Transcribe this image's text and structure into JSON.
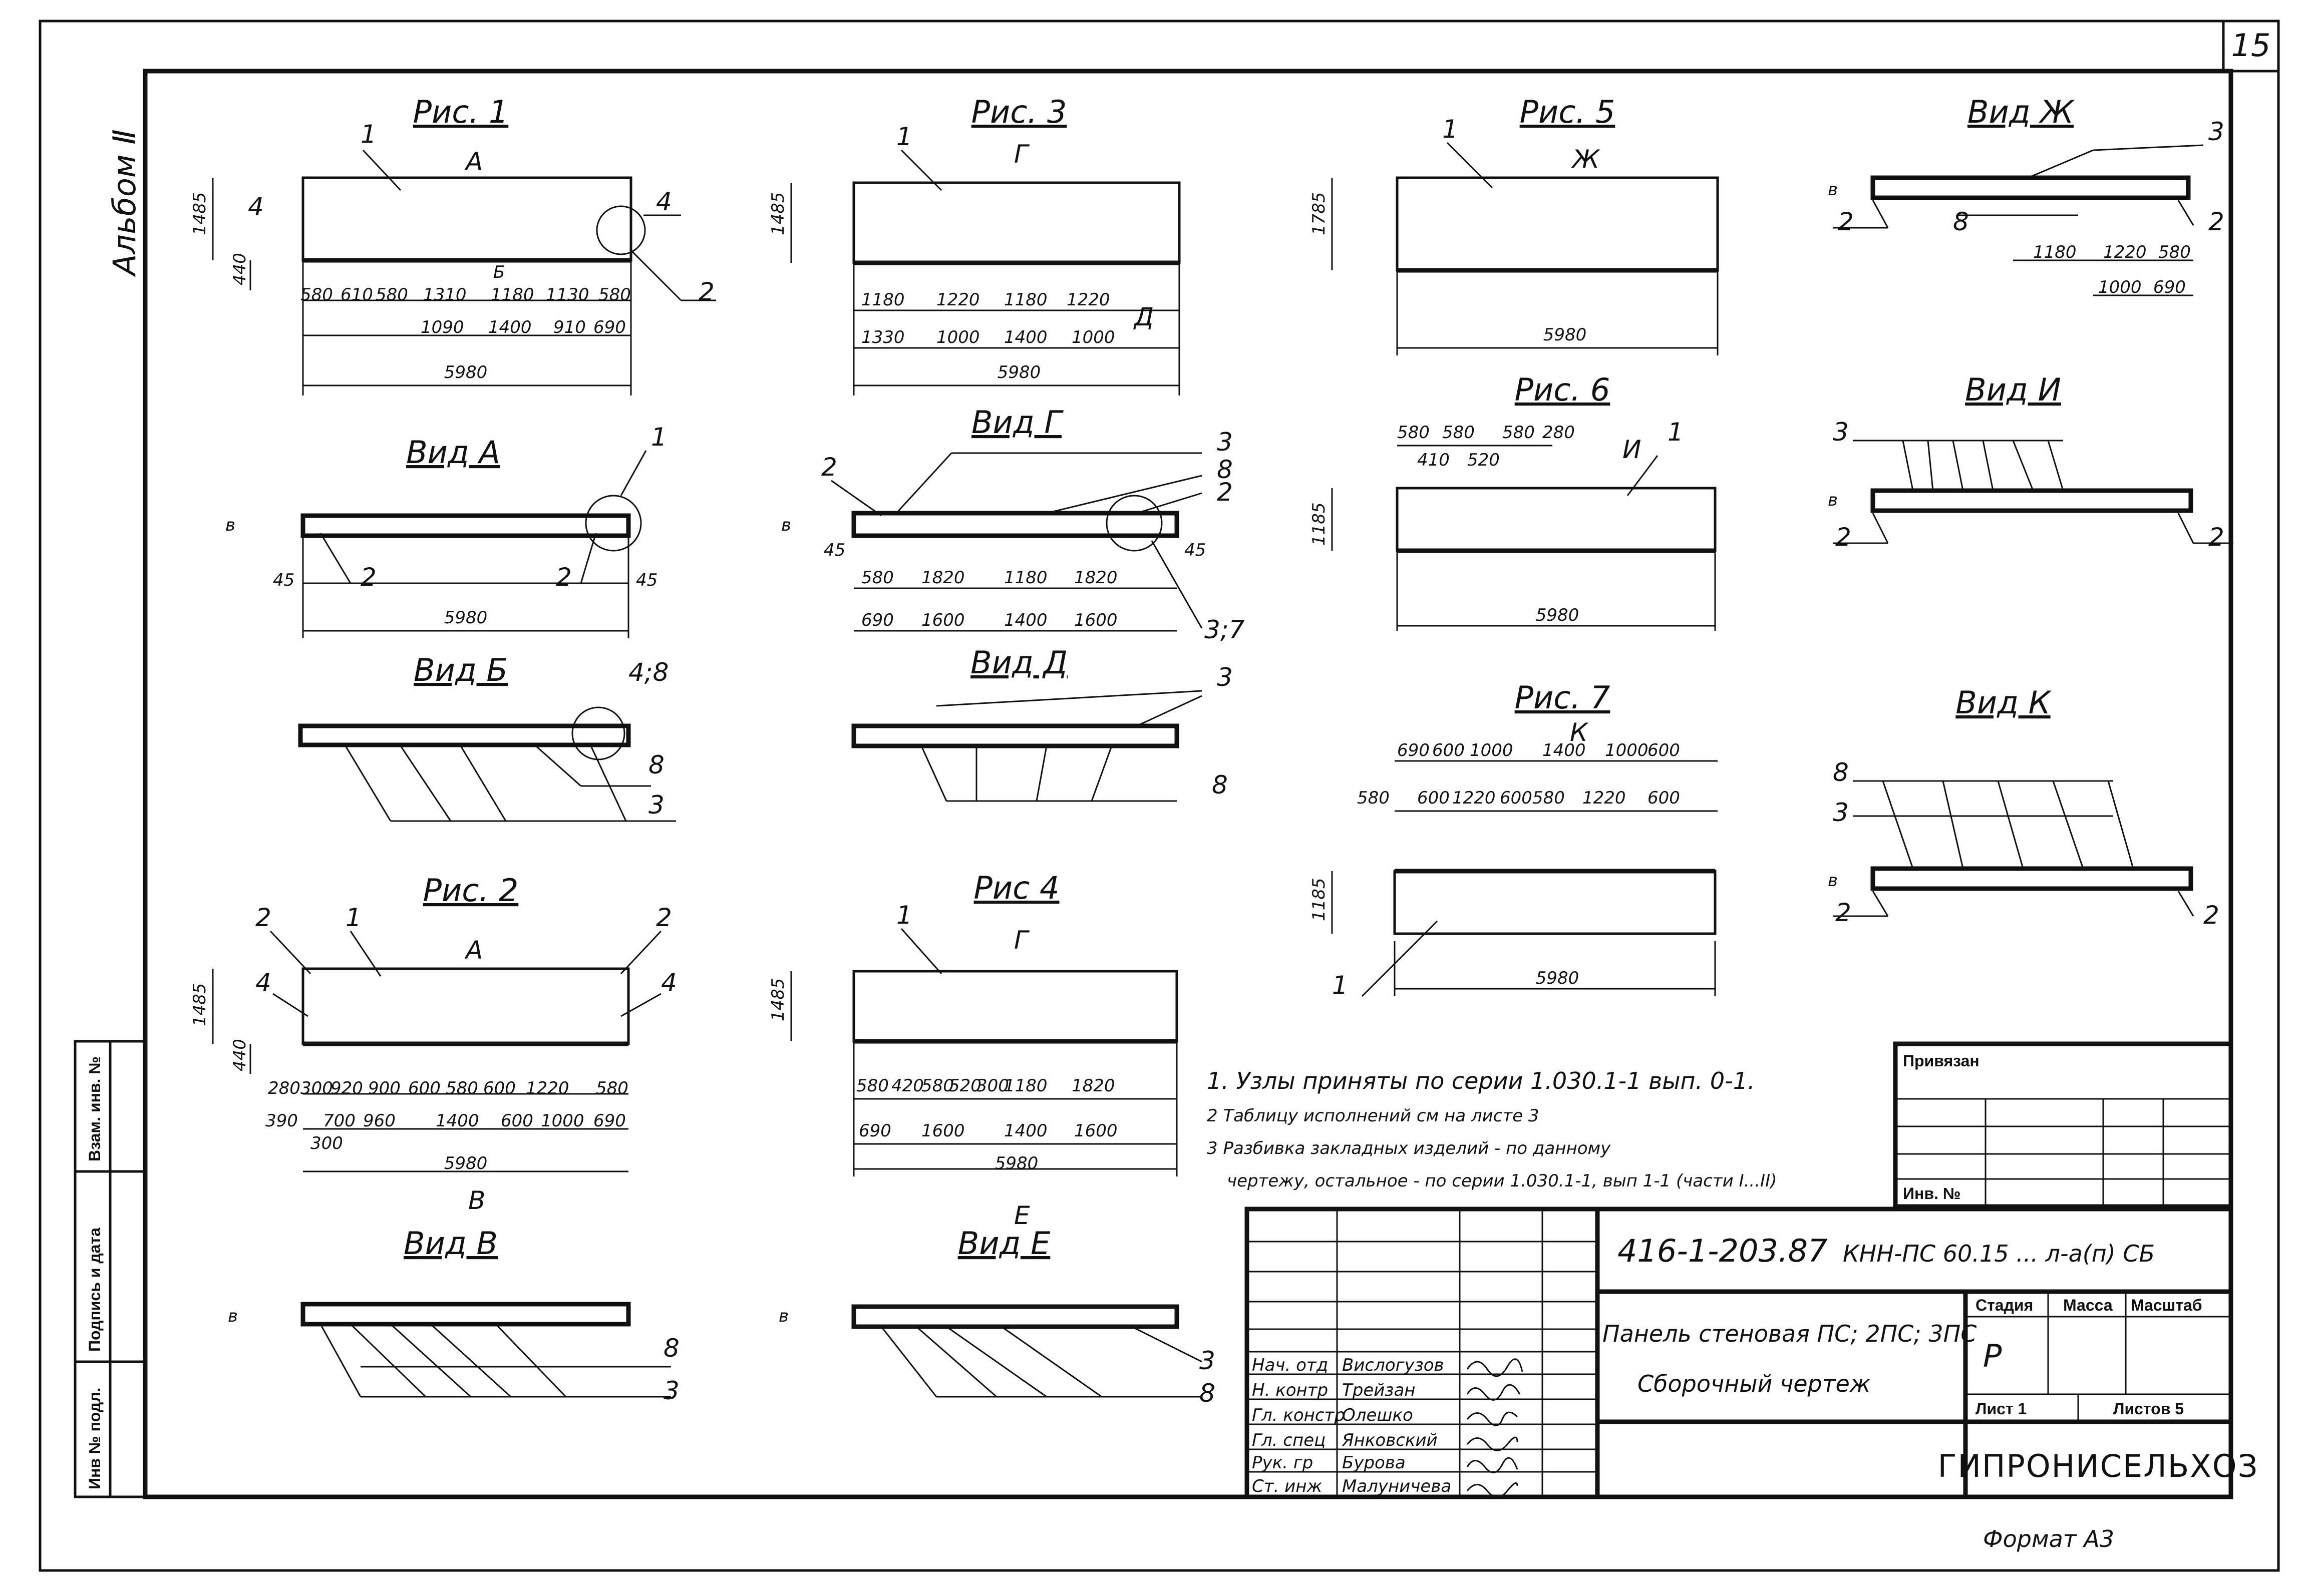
{
  "sheet_number": "15",
  "album_label": "Альбом Ⅱ",
  "figures": {
    "fig1": {
      "title": "Рис. 1",
      "dims": [
        "580",
        "610",
        "580",
        "1310",
        "1180",
        "1130",
        "580",
        "1090",
        "1400",
        "910",
        "690",
        "5980",
        "1485",
        "440"
      ],
      "callouts": [
        "1",
        "4",
        "4",
        "2",
        "А",
        "Б"
      ]
    },
    "fig2": {
      "title": "Рис. 2",
      "dims": [
        "280",
        "300",
        "920",
        "900",
        "600",
        "580",
        "600",
        "1220",
        "580",
        "390",
        "700",
        "960",
        "1400",
        "600",
        "1000",
        "690",
        "300",
        "5980",
        "1485",
        "440"
      ],
      "callouts": [
        "2",
        "1",
        "2",
        "4",
        "4",
        "А",
        "В"
      ]
    },
    "fig3": {
      "title": "Рис. 3",
      "dims": [
        "1180",
        "1220",
        "1180",
        "1220",
        "1330",
        "1000",
        "1400",
        "1000",
        "5980",
        "1485"
      ],
      "callouts": [
        "1",
        "Г",
        "Д"
      ]
    },
    "fig4": {
      "title": "Рис 4",
      "dims": [
        "580",
        "420",
        "580",
        "520",
        "300",
        "1180",
        "1820",
        "690",
        "1600",
        "1400",
        "1600",
        "5980",
        "1485"
      ],
      "callouts": [
        "1",
        "Г",
        "Е"
      ]
    },
    "fig5": {
      "title": "Рис. 5",
      "dims": [
        "5980",
        "1785"
      ],
      "callouts": [
        "1",
        "Ж"
      ]
    },
    "fig6": {
      "title": "Рис. 6",
      "dims": [
        "580",
        "580",
        "580",
        "280",
        "410",
        "520",
        "5980",
        "1185"
      ],
      "callouts": [
        "1",
        "И"
      ]
    },
    "fig7": {
      "title": "Рис. 7",
      "dims": [
        "690",
        "600",
        "1000",
        "1400",
        "1000",
        "600",
        "580",
        "600",
        "1220",
        "600",
        "580",
        "1220",
        "600",
        "5980",
        "1185"
      ],
      "callouts": [
        "1",
        "К"
      ]
    }
  },
  "views": {
    "viewA": {
      "title": "Вид А",
      "dims": [
        "45",
        "45",
        "5980",
        "в"
      ],
      "callouts": [
        "1",
        "2",
        "2"
      ]
    },
    "viewB": {
      "title": "Вид Б",
      "callouts": [
        "4;8",
        "8",
        "3"
      ]
    },
    "viewV": {
      "title": "Вид В",
      "dims": [
        "в"
      ],
      "callouts": [
        "8",
        "3"
      ]
    },
    "viewG": {
      "title": "Вид Г",
      "dims": [
        "45",
        "45",
        "580",
        "1820",
        "1180",
        "1820",
        "690",
        "1600",
        "1400",
        "1600",
        "в"
      ],
      "callouts": [
        "2",
        "3",
        "8",
        "2",
        "3;7"
      ]
    },
    "viewD": {
      "title": "Вид Д",
      "callouts": [
        "3",
        "8"
      ]
    },
    "viewE": {
      "title": "Вид Е",
      "dims": [
        "в"
      ],
      "callouts": [
        "3",
        "8"
      ]
    },
    "viewZh": {
      "title": "Вид Ж",
      "dims": [
        "1180",
        "1220",
        "580",
        "1000",
        "690",
        "в"
      ],
      "callouts": [
        "3",
        "8",
        "2",
        "2"
      ]
    },
    "viewI": {
      "title": "Вид И",
      "dims": [
        "в"
      ],
      "callouts": [
        "3",
        "2",
        "2"
      ]
    },
    "viewK": {
      "title": "Вид К",
      "dims": [
        "в"
      ],
      "callouts": [
        "8",
        "3",
        "2",
        "2"
      ]
    }
  },
  "notes": [
    "1. Узлы приняты по серии 1.030.1-1 вып. 0-1.",
    "2 Таблицу исполнений см на листе 3",
    "3 Разбивка закладных изделий - по данному",
    "чертежу, остальное - по серии 1.030.1-1, вып 1-1 (части I...II)"
  ],
  "privyazan_box": {
    "title": "Привязан",
    "inv_label": "Инв. №"
  },
  "side_stamp": [
    "Инв № подл.",
    "Подпись и дата",
    "Взам. инв. №"
  ],
  "title_block": {
    "code": "416-1-203.87",
    "mark": "КНН-ПС 60.15 ... л-а(п) СБ",
    "name_line1": "Панель стеновая ПС; 2ПС; 3ПС",
    "name_line2": "Сборочный чертеж",
    "stage_header": "Стадия",
    "mass_header": "Масса",
    "scale_header": "Масштаб",
    "stage_value": "Р",
    "sheet_label": "Лист 1",
    "sheets_label": "Листов 5",
    "org": "ГИПРОНИСЕЛЬХОЗ",
    "roles": [
      "Нач. отд",
      "Н. контр",
      "Гл. констр",
      "Гл. спец",
      "Рук. гр",
      "Ст. инж"
    ],
    "people": [
      "Вислогузов",
      "Трейзан",
      "Олешко",
      "Янковский",
      "Бурова",
      "Малуничева"
    ]
  },
  "format_label": "Формат А3"
}
